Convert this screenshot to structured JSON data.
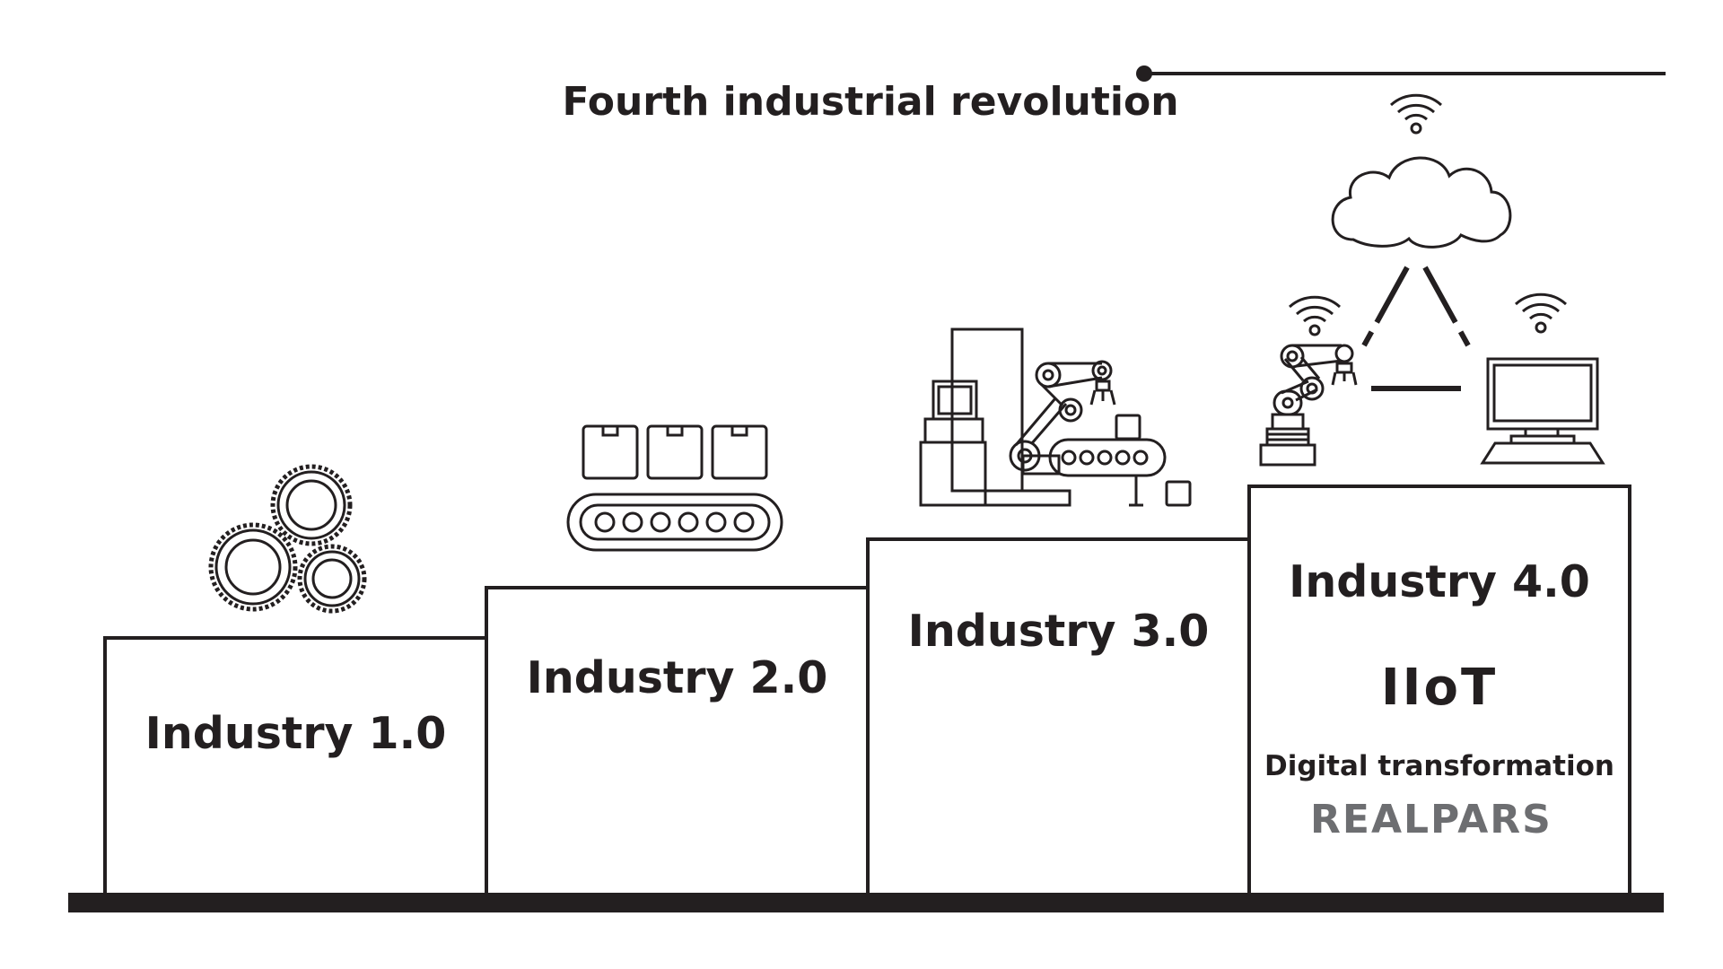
{
  "title": "Fourth industrial revolution",
  "steps": [
    {
      "label": "Industry 1.0",
      "icon": "gears-icon"
    },
    {
      "label": "Industry 2.0",
      "icon": "conveyor-belt-icon"
    },
    {
      "label": "Industry 3.0",
      "icon": "robotic-assembly-icon"
    },
    {
      "label": "Industry 4.0",
      "sublabel": "IIoT",
      "caption": "Digital transformation",
      "icon": "cloud-iot-icon"
    }
  ],
  "logo": "REALPARS",
  "colors": {
    "line": "#231f20",
    "logo": "#6d6e71",
    "background": "#ffffff"
  }
}
